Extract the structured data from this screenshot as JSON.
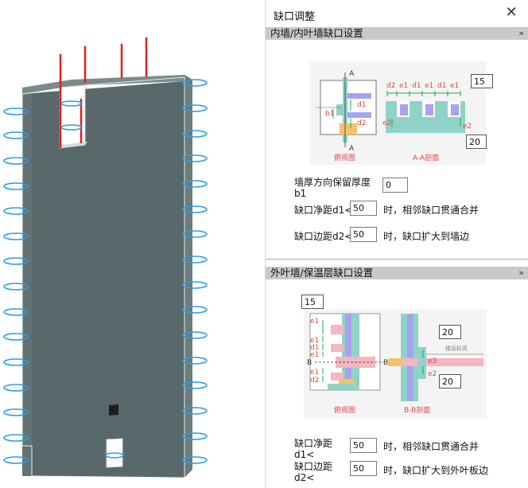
{
  "dialog": {
    "title": "缺口调整",
    "close_symbol": "✕"
  },
  "section_inner": {
    "header": "内墙/内叶墙缺口设置",
    "chevron": "»",
    "figure": {
      "label_A_top": "A",
      "label_A_bottom": "A",
      "dim_d1": "d1",
      "dim_d2": "d2",
      "dim_b1": "b1",
      "top_labels": [
        "d2",
        "e1",
        "d1",
        "e1",
        "d1",
        "e1"
      ],
      "dim_e2_left": "e2",
      "dim_e2_right": "e2",
      "caption_plan": "俯视图",
      "caption_section": "A-A剖面",
      "input_top": "15",
      "input_bottom": "20"
    },
    "thickness_label": "墙厚方向保留厚度b1",
    "thickness_value": "0",
    "gap_label": "缺口净距d1<",
    "gap_value": "50",
    "gap_suffix": "时，相邻缺口贯通合并",
    "edge_label": "缺口边距d2<",
    "edge_value": "50",
    "edge_suffix": "时，缺口扩大到墙边"
  },
  "section_outer": {
    "header": "外叶墙/保温层缺口设置",
    "chevron": "»",
    "figure": {
      "input_topleft": "15",
      "left_labels": [
        "e1",
        "e1",
        "d1",
        "e1",
        "e1",
        "d2"
      ],
      "label_B_left": "B",
      "label_B_right": "B",
      "input_right_top": "20",
      "input_right_bottom": "20",
      "dim_e3": "e3",
      "dim_e2": "e2",
      "slab_text": "楼层标高",
      "caption_plan": "俯视图",
      "caption_section": "B-B剖面"
    },
    "gap_label": "缺口净距d1<",
    "gap_value": "50",
    "gap_suffix": "时，相邻缺口贯通合并",
    "edge_label": "缺口边距d2<",
    "edge_value": "50",
    "edge_suffix": "时，缺口扩大到外叶板边"
  },
  "colors": {
    "wall_front": "#59686a",
    "wall_side": "#6f7f80",
    "rebar_red": "#e0201e",
    "rebar_blue": "#2a9ee8",
    "header_gray": "#c9c9c9",
    "concrete_teal": "#8fd3c8",
    "purple_block": "#a6a3f0",
    "pink_insulation": "#f4b6c0",
    "orange_block": "#f5c26b",
    "dim_green": "#19a85a",
    "caption_red": "#e04848"
  }
}
